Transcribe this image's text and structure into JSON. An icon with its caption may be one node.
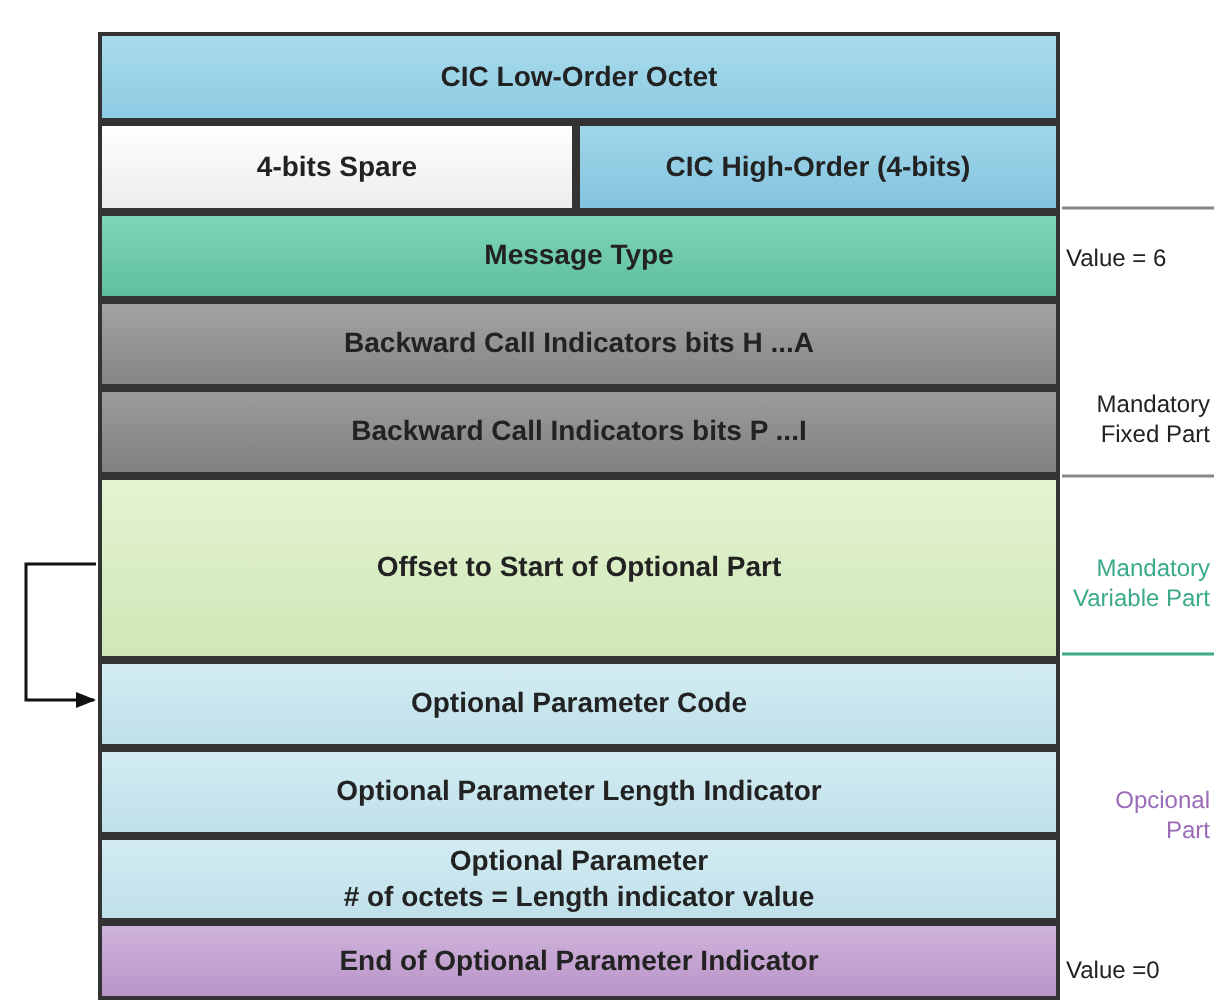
{
  "diagram": {
    "nodes": [
      {
        "text": [
          "CIC Low-Order Octet"
        ]
      },
      {
        "text": [
          "4-bits Spare"
        ]
      },
      {
        "text": [
          "CIC High-Order (4-bits)"
        ]
      },
      {
        "text": [
          "Message Type"
        ]
      },
      {
        "text": [
          "Backward Call Indicators bits H ...A"
        ]
      },
      {
        "text": [
          "Backward Call Indicators bits P ...I"
        ]
      },
      {
        "text": [
          "Offset to Start of Optional Part"
        ]
      },
      {
        "text": [
          "Optional Parameter Code"
        ]
      },
      {
        "text": [
          "Optional Parameter Length Indicator"
        ]
      },
      {
        "text": [
          "Optional Parameter",
          "# of octets = Length indicator value"
        ]
      },
      {
        "text": [
          "End of Optional Parameter Indicator"
        ]
      }
    ],
    "edges": [
      {
        "from": 6,
        "to": 7,
        "arrow": "to"
      }
    ],
    "labels": [
      "Value = 6",
      "Mandatory Fixed Part",
      "Mandatory Variable Part",
      "Opcional Part",
      "Value =0"
    ]
  }
}
